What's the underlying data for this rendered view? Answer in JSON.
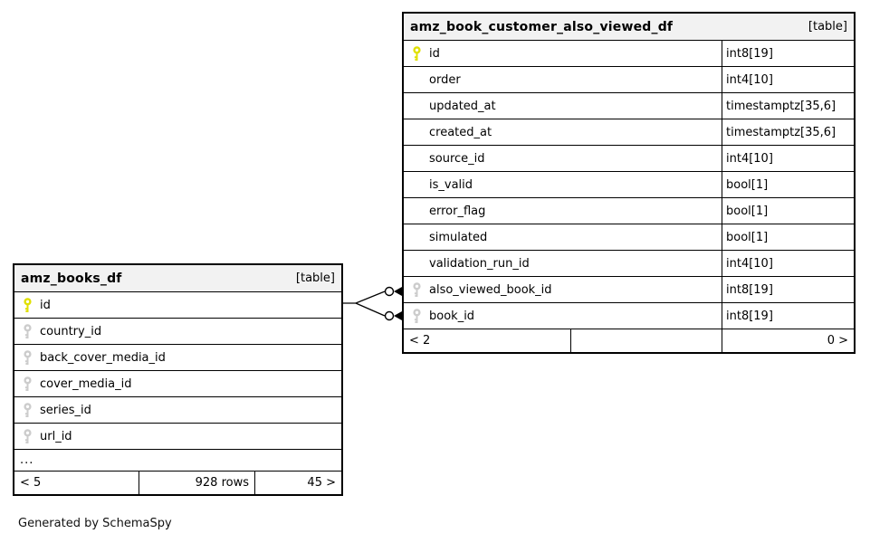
{
  "page": {
    "background": "#ffffff",
    "footer_note": "Generated by SchemaSpy"
  },
  "colors": {
    "border": "#000000",
    "header_background": "#f2f2f2",
    "primary_key": "#e0e000",
    "foreign_key": "#cccccc"
  },
  "tables": [
    {
      "name": "amz_book_customer_also_viewed_df",
      "tag": "[table]",
      "columns": [
        {
          "name": "id",
          "type": "int8[19]",
          "key": "primary"
        },
        {
          "name": "order",
          "type": "int4[10]",
          "key": "none"
        },
        {
          "name": "updated_at",
          "type": "timestamptz[35,6]",
          "key": "none"
        },
        {
          "name": "created_at",
          "type": "timestamptz[35,6]",
          "key": "none"
        },
        {
          "name": "source_id",
          "type": "int4[10]",
          "key": "none"
        },
        {
          "name": "is_valid",
          "type": "bool[1]",
          "key": "none"
        },
        {
          "name": "error_flag",
          "type": "bool[1]",
          "key": "none"
        },
        {
          "name": "simulated",
          "type": "bool[1]",
          "key": "none"
        },
        {
          "name": "validation_run_id",
          "type": "int4[10]",
          "key": "none"
        },
        {
          "name": "also_viewed_book_id",
          "type": "int8[19]",
          "key": "foreign"
        },
        {
          "name": "book_id",
          "type": "int8[19]",
          "key": "foreign"
        }
      ],
      "footer": {
        "left": "< 2",
        "middle": "",
        "right": "0 >"
      }
    },
    {
      "name": "amz_books_df",
      "tag": "[table]",
      "columns": [
        {
          "name": "id",
          "key": "primary"
        },
        {
          "name": "country_id",
          "key": "foreign"
        },
        {
          "name": "back_cover_media_id",
          "key": "foreign"
        },
        {
          "name": "cover_media_id",
          "key": "foreign"
        },
        {
          "name": "series_id",
          "key": "foreign"
        },
        {
          "name": "url_id",
          "key": "foreign"
        }
      ],
      "ellipsis": "...",
      "footer": {
        "left": "< 5",
        "middle": "928 rows",
        "right": "45 >"
      }
    }
  ],
  "relationships": [
    {
      "from": "amz_books_df.id",
      "to": "amz_book_customer_also_viewed_df.also_viewed_book_id"
    },
    {
      "from": "amz_books_df.id",
      "to": "amz_book_customer_also_viewed_df.book_id"
    }
  ]
}
